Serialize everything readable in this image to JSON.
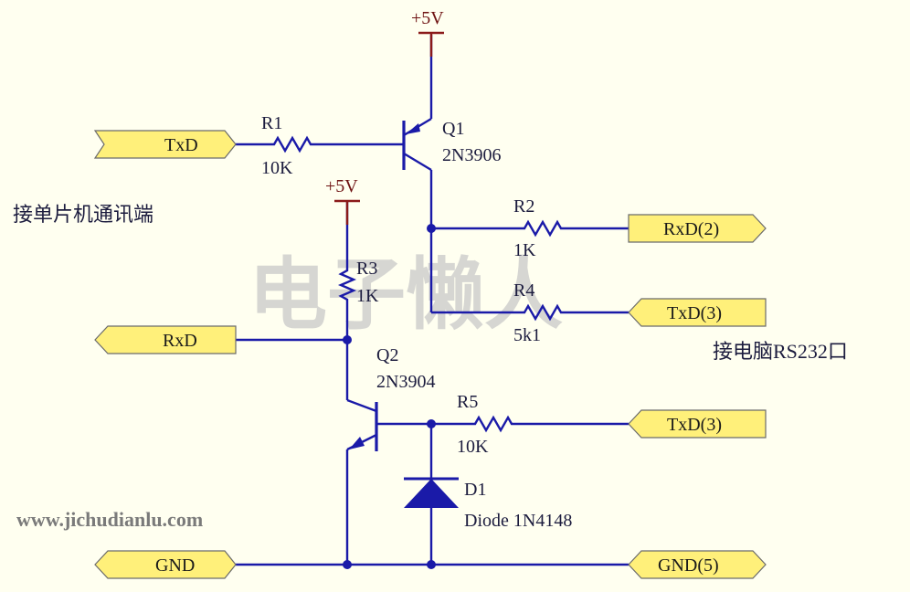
{
  "watermark": "电子懒人",
  "website": "www.jichudianlu.com",
  "notes": {
    "mcu_side": "接单片机通讯端",
    "pc_side": "接电脑RS232口"
  },
  "power": {
    "vcc_top": "+5V",
    "vcc_mid": "+5V"
  },
  "ports": {
    "txd_in": "TxD",
    "rxd_in": "RxD",
    "gnd_in": "GND",
    "rxd_out": "RxD(2)",
    "txd_out_a": "TxD(3)",
    "txd_out_b": "TxD(3)",
    "gnd_out": "GND(5)"
  },
  "components": {
    "r1": {
      "ref": "R1",
      "value": "10K"
    },
    "r2": {
      "ref": "R2",
      "value": "1K"
    },
    "r3": {
      "ref": "R3",
      "value": "1K"
    },
    "r4": {
      "ref": "R4",
      "value": "5k1"
    },
    "r5": {
      "ref": "R5",
      "value": "10K"
    },
    "q1": {
      "ref": "Q1",
      "value": "2N3906"
    },
    "q2": {
      "ref": "Q2",
      "value": "2N3904"
    },
    "d1": {
      "ref": "D1",
      "value": "Diode 1N4148"
    }
  },
  "colors": {
    "background": "#fffff0",
    "wire": "#1a1aa8",
    "port_fill": "#fff07a",
    "power_symbol": "#8b1a1a"
  }
}
